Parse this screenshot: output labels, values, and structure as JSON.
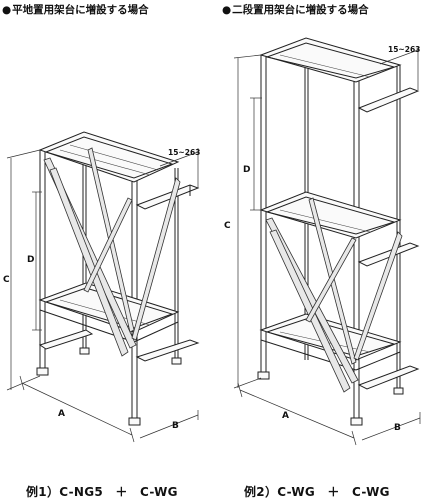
{
  "titles": {
    "bullet": "●",
    "left": "平地置用架台に増設する場合",
    "right": "二段置用架台に増設する場合"
  },
  "dimensions": {
    "a": "A",
    "b": "B",
    "c": "C",
    "d": "D",
    "range": "15~263"
  },
  "captions": {
    "left": "例1）C-NG5　＋　C-WG",
    "right": "例2）C-WG　＋　C-WG"
  }
}
